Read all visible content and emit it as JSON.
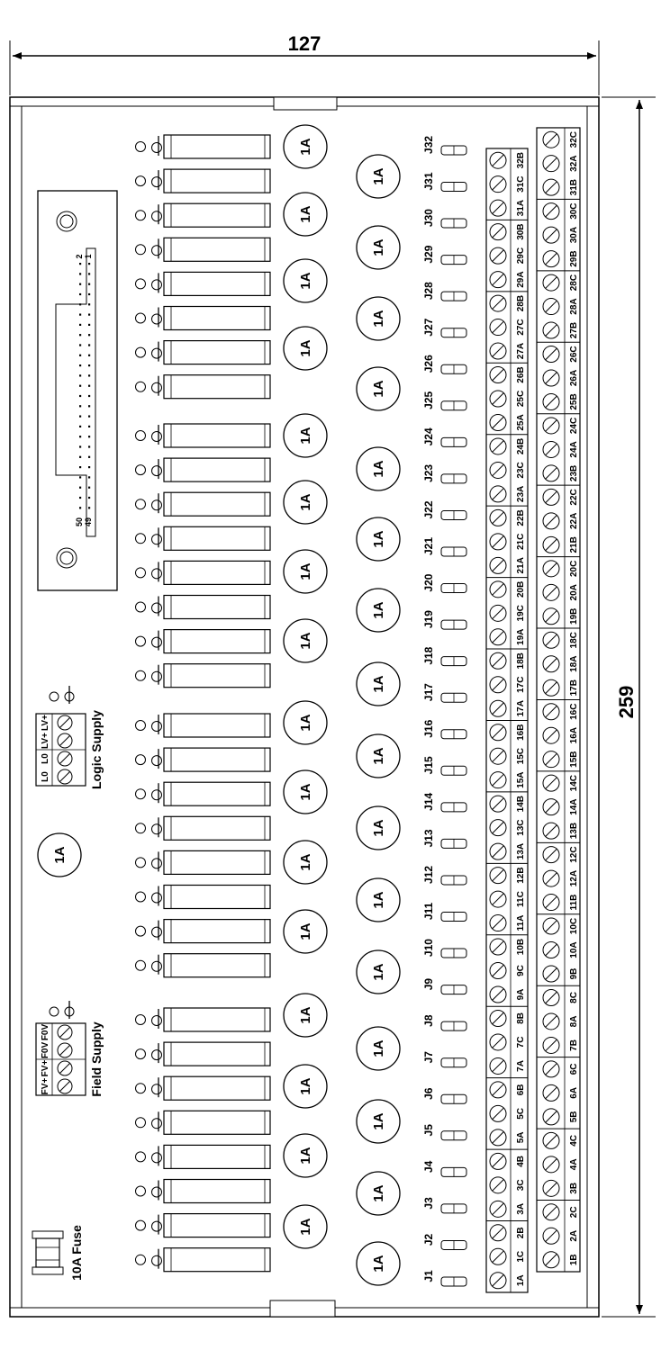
{
  "dimensions": {
    "width_label": "127",
    "height_label": "259"
  },
  "fuse_label": "1A",
  "main_fuse_label": "10A Fuse",
  "logic_supply": {
    "title": "Logic Supply",
    "terminals": [
      "LV+",
      "LV+",
      "L0",
      "L0"
    ]
  },
  "field_supply": {
    "title": "Field Supply",
    "terminals": [
      "F0V",
      "F0V",
      "FV+",
      "FV+"
    ]
  },
  "connector": {
    "pin_top_1": "1",
    "pin_top_2": "2",
    "pin_bottom_49": "49",
    "pin_bottom_50": "50"
  },
  "jumpers": [
    "J1",
    "J2",
    "J3",
    "J4",
    "J5",
    "J6",
    "J7",
    "J8",
    "J9",
    "J10",
    "J11",
    "J12",
    "J13",
    "J14",
    "J15",
    "J16",
    "J17",
    "J18",
    "J19",
    "J20",
    "J21",
    "J22",
    "J23",
    "J24",
    "J25",
    "J26",
    "J27",
    "J28",
    "J29",
    "J30",
    "J31",
    "J32"
  ],
  "terminals_left": [
    "1A",
    "1C",
    "2B",
    "3A",
    "3C",
    "4B",
    "5A",
    "5C",
    "6B",
    "7A",
    "7C",
    "8B",
    "9A",
    "9C",
    "10B",
    "11A",
    "11C",
    "12B",
    "13A",
    "13C",
    "14B",
    "15A",
    "15C",
    "16B",
    "17A",
    "17C",
    "18B",
    "19A",
    "19C",
    "20B",
    "21A",
    "21C",
    "22B",
    "23A",
    "23C",
    "24B",
    "25A",
    "25C",
    "26B",
    "27A",
    "27C",
    "28B",
    "29A",
    "29C",
    "30B",
    "31A",
    "31C",
    "32B"
  ],
  "terminals_right": [
    "1B",
    "2A",
    "2C",
    "3B",
    "4A",
    "4C",
    "5B",
    "6A",
    "6C",
    "7B",
    "8A",
    "8C",
    "9B",
    "10A",
    "10C",
    "11B",
    "12A",
    "12C",
    "13B",
    "14A",
    "14C",
    "15B",
    "16A",
    "16C",
    "17B",
    "18A",
    "18C",
    "19B",
    "20A",
    "20C",
    "21B",
    "22A",
    "22C",
    "23B",
    "24A",
    "24C",
    "25B",
    "26A",
    "26C",
    "27B",
    "28A",
    "28C",
    "29B",
    "30A",
    "30C",
    "31B",
    "32A",
    "32C"
  ]
}
